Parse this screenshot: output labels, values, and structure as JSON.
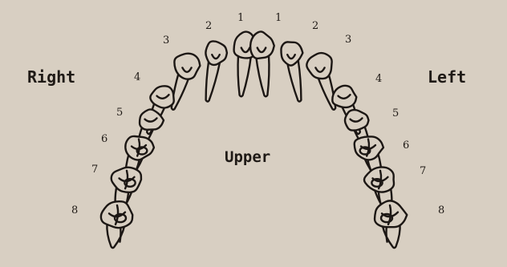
{
  "diagram": {
    "side_right": "Right",
    "side_left": "Left",
    "arch_label": "Upper",
    "right_numbers": [
      "1",
      "2",
      "3",
      "4",
      "5",
      "6",
      "7",
      "8"
    ],
    "left_numbers": [
      "1",
      "2",
      "3",
      "4",
      "5",
      "6",
      "7",
      "8"
    ]
  }
}
